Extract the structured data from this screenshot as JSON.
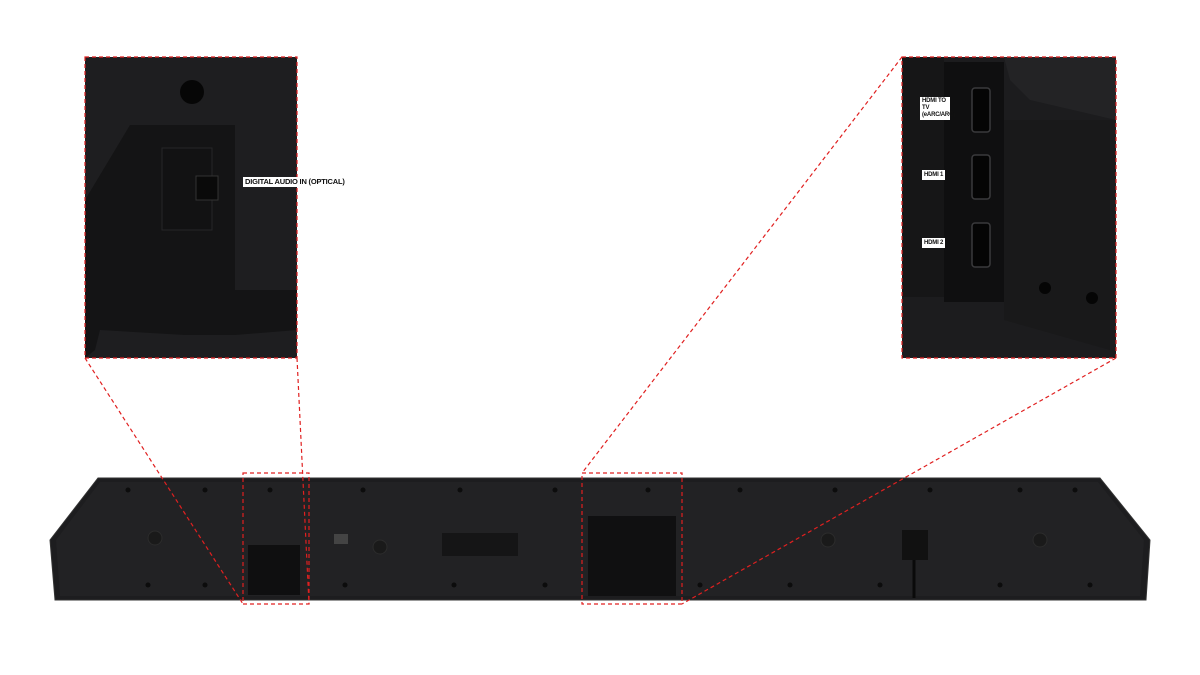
{
  "labels": {
    "optical": "DIGITAL AUDIO IN (OPTICAL)",
    "hdmi_tv": "HDMI TO TV (eARC/ARC)",
    "hdmi1": "HDMI 1",
    "hdmi2": "HDMI 2"
  },
  "colors": {
    "callout": "#e02020",
    "body": "#1c1c1e"
  }
}
